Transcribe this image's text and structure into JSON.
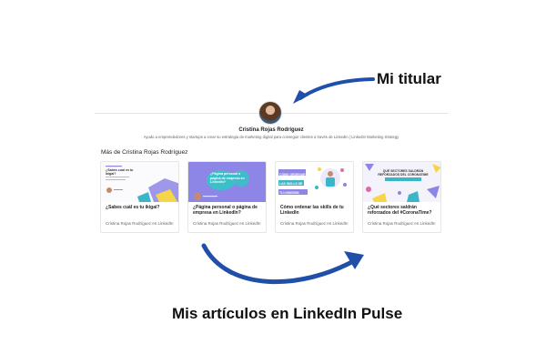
{
  "annotations": {
    "top_label": "Mi titular",
    "bottom_label": "Mis artículos en LinkedIn Pulse"
  },
  "profile": {
    "name": "Cristina Rojas Rodríguez",
    "bio": "Ayudo a emprendedores y startups a crear su estrategia de marketing digital para conseguir clientes a través de LinkedIn | LinkedIn Marketing Strategy"
  },
  "section": {
    "title": "Más de Cristina Rojas Rodríguez"
  },
  "articles": [
    {
      "title": "¿Sabes cuál es tu ikigai?",
      "author": "Cristina Rojas Rodríguez en LinkedIn",
      "thumb_text": "¿Sabes cuál es tu ikigai?"
    },
    {
      "title": "¿Página personal o página de empresa en LinkedIn?",
      "author": "Cristina Rojas Rodríguez en LinkedIn",
      "thumb_text": "¿Página personal o página de empresa en LinkedIn?"
    },
    {
      "title": "Cómo ordenar las skills de tu LinkedIn",
      "author": "Cristina Rojas Rodríguez en LinkedIn",
      "thumb_text": "CÓMO ORDENAR LAS SKILLS DE TU LINKEDIN"
    },
    {
      "title": "¿Qué sectores saldrán reforzados del #CoronaTime?",
      "author": "Cristina Rojas Rodríguez en LinkedIn",
      "thumb_text": "QUÉ SECTORES SALDRÁN REFORZADOS DEL CORONATIME"
    }
  ],
  "colors": {
    "arrow": "#1f4fa8",
    "card_border": "#e6e6e6",
    "thumb2_bg": "#8e86e6",
    "thumb3_accent": "#3bb6c9",
    "thumb4_bg": "#f4f3fb"
  }
}
